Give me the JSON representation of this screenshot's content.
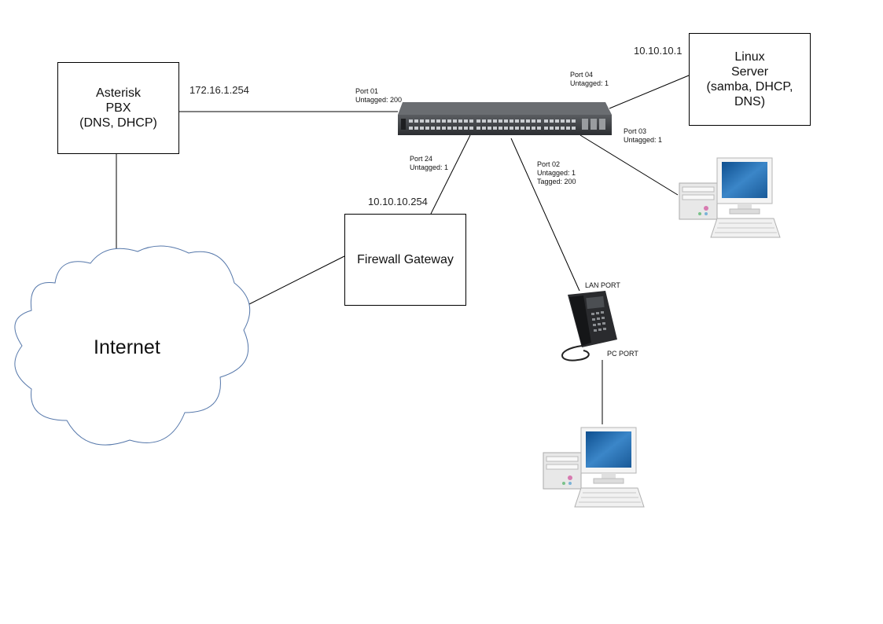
{
  "nodes": {
    "asterisk": {
      "lines": [
        "Asterisk",
        "PBX",
        "(DNS, DHCP)"
      ]
    },
    "linux": {
      "lines": [
        "Linux",
        "Server",
        "(samba, DHCP,",
        "DNS)"
      ]
    },
    "firewall": {
      "lines": [
        "Firewall Gateway"
      ]
    },
    "internet": {
      "label": "Internet"
    }
  },
  "ips": {
    "asterisk": "172.16.1.254",
    "linux": "10.10.10.1",
    "firewall": "10.10.10.254"
  },
  "ports": {
    "p01": [
      "Port 01",
      "Untagged: 200"
    ],
    "p04": [
      "Port 04",
      "Untagged: 1"
    ],
    "p03": [
      "Port 03",
      "Untagged: 1"
    ],
    "p24": [
      "Port 24",
      "Untagged: 1"
    ],
    "p02": [
      "Port 02",
      "Untagged: 1",
      "Tagged:  200"
    ]
  },
  "phone": {
    "lan_port": "LAN PORT",
    "pc_port": "PC PORT"
  },
  "icons": {
    "switch": "network-switch-icon",
    "phone": "ip-phone-icon",
    "computer": "desktop-computer-icon",
    "cloud": "cloud-icon"
  },
  "colors": {
    "cloud_stroke": "#5577aa",
    "switch_body": "#3d3f42",
    "screen": "#2e6fb0"
  }
}
